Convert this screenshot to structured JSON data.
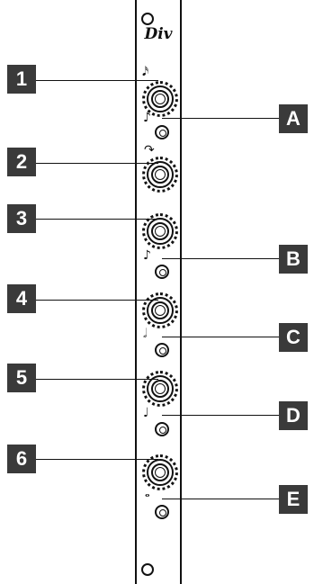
{
  "panel": {
    "title": "Div"
  },
  "knob_callouts": [
    "1",
    "2",
    "3",
    "4",
    "5",
    "6"
  ],
  "jack_callouts": [
    "A",
    "B",
    "C",
    "D",
    "E"
  ],
  "note_symbols": {
    "knob1_top": "𝅘𝅥𝅯",
    "knob1_bottom": "♪",
    "knob2_top": "↷",
    "knob3_bottom": "♪",
    "knob4_bottom": "𝅗𝅥",
    "knob5_bottom": "♩",
    "knob6_bottom": "𝅝"
  },
  "colors": {
    "callout_bg": "#3a3a3a",
    "line": "#111111",
    "background": "#ffffff"
  }
}
